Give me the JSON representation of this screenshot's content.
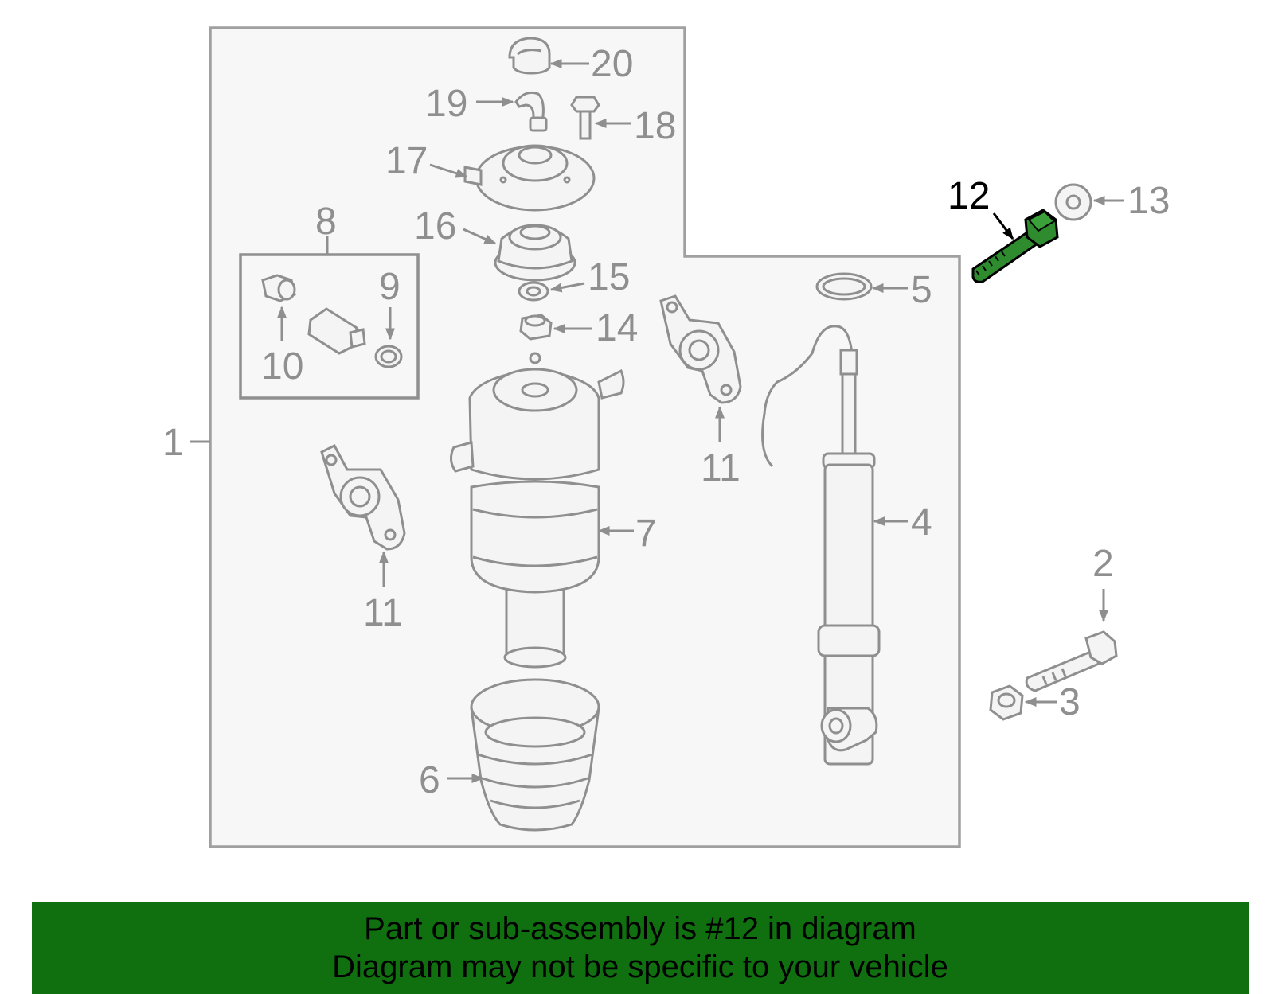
{
  "diagram": {
    "callouts": {
      "c1": "1",
      "c2": "2",
      "c3": "3",
      "c4": "4",
      "c5": "5",
      "c6": "6",
      "c7": "7",
      "c8": "8",
      "c9": "9",
      "c10": "10",
      "c11a": "11",
      "c11b": "11",
      "c12": "12",
      "c13": "13",
      "c14": "14",
      "c15": "15",
      "c16": "16",
      "c17": "17",
      "c18": "18",
      "c19": "19",
      "c20": "20"
    },
    "highlighted_part": "12",
    "colors": {
      "line": "#8f8f8f",
      "highlight_part": "#2e8b2e",
      "highlight_label": "#000000",
      "banner": "#107010"
    }
  },
  "banner": {
    "line1": "Part or sub-assembly is #12 in diagram",
    "line2": "Diagram may not be specific to your vehicle"
  }
}
